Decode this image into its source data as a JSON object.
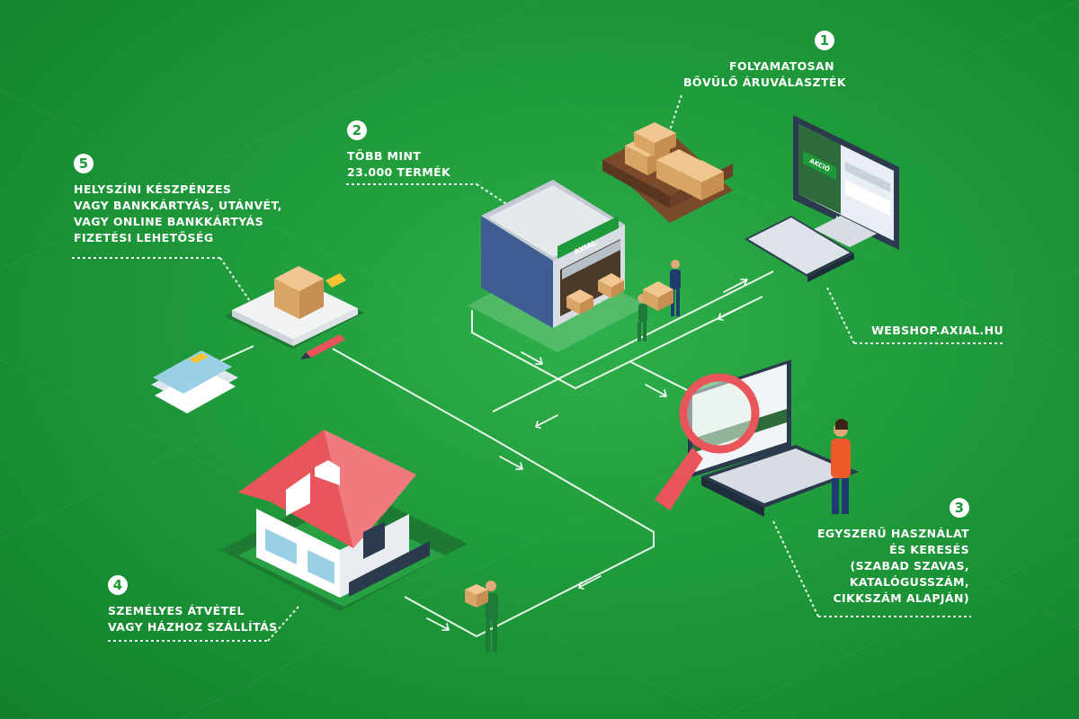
{
  "colors": {
    "background": "#1f9a3a",
    "path": "#ffffff",
    "roof": "#e8555a",
    "brand_green": "#1f9a3a",
    "box": "#d9a565"
  },
  "callouts": {
    "step1": {
      "number": "1",
      "lines": [
        "FOLYAMATOSAN",
        "BŐVÜLŐ ÁRUVÁLASZTÉK"
      ]
    },
    "step2": {
      "number": "2",
      "lines": [
        "TÖBB MINT",
        "23.000 TERMÉK"
      ]
    },
    "step3": {
      "number": "3",
      "lines": [
        "EGYSZERŰ HASZNÁLAT",
        "ÉS KERESÉS",
        "(SZABAD SZAVAS,",
        "KATALÓGUSSZÁM,",
        "CIKKSZÁM ALAPJÁN)"
      ]
    },
    "step4": {
      "number": "4",
      "lines": [
        "SZEMÉLYES ÁTVÉTEL",
        "VAGY HÁZHOZ SZÁLLÍTÁS"
      ]
    },
    "step5": {
      "number": "5",
      "lines": [
        "HELYSZÍNI KÉSZPÉNZES",
        "VAGY BANKKÁRTYÁS, UTÁNVÉT,",
        "VAGY ONLINE BANKKÁRTYÁS",
        "FIZETÉSI LEHETŐSÉG"
      ]
    },
    "webshop": {
      "lines": [
        "WEBSHOP.AXIAL.HU"
      ]
    }
  },
  "warehouse": {
    "sign": "AXIAL"
  },
  "screen": {
    "banner": "AKCIÓ"
  }
}
